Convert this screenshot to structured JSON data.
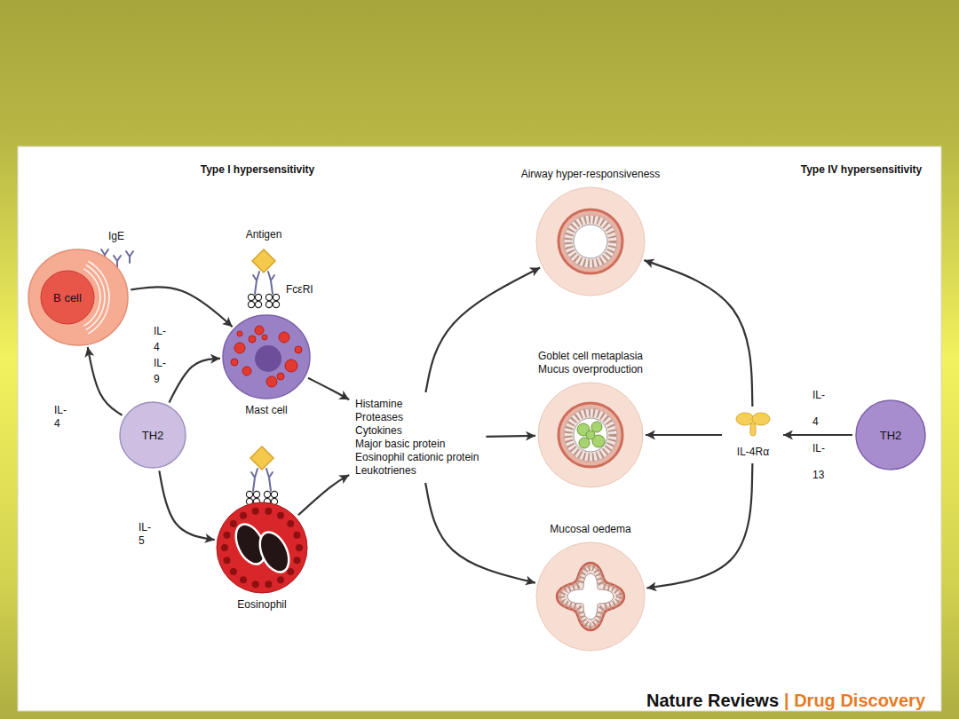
{
  "diagram": {
    "nodes": [
      {
        "text": [
          "B cell"
        ]
      },
      {
        "text": [
          "Mast cell"
        ]
      },
      {
        "text": [
          "TH2"
        ]
      },
      {
        "text": [
          "Eosinophil"
        ]
      },
      {
        "text": [
          "Histamine",
          "Proteases",
          "Cytokines",
          "Major basic protein",
          "Eosinophil cationic protein",
          "Leukotrienes"
        ]
      },
      {
        "text": [
          "Airway hyper-responsiveness"
        ]
      },
      {
        "text": [
          "Goblet cell metaplasia",
          "Mucus overproduction"
        ]
      },
      {
        "text": [
          "Mucosal oedema"
        ]
      },
      {
        "text": [
          "IL-4Rα"
        ]
      },
      {
        "text": [
          "TH2"
        ]
      }
    ],
    "edges": [
      {
        "from": 0,
        "to": 1,
        "arrow": "to"
      },
      {
        "from": 2,
        "to": 0,
        "label": "IL-4",
        "arrow": "to"
      },
      {
        "from": 2,
        "to": 1,
        "label": "IL-4 IL-9",
        "arrow": "to"
      },
      {
        "from": 2,
        "to": 3,
        "label": "IL-5",
        "arrow": "to"
      },
      {
        "from": 1,
        "to": 4,
        "arrow": "to"
      },
      {
        "from": 3,
        "to": 4,
        "arrow": "to"
      },
      {
        "from": 4,
        "to": 5,
        "arrow": "to"
      },
      {
        "from": 4,
        "to": 6,
        "arrow": "to"
      },
      {
        "from": 4,
        "to": 7,
        "arrow": "to"
      },
      {
        "from": 8,
        "to": 5,
        "arrow": "to"
      },
      {
        "from": 8,
        "to": 6,
        "arrow": "to"
      },
      {
        "from": 8,
        "to": 7,
        "arrow": "to"
      },
      {
        "from": 9,
        "to": 8,
        "label": "IL-4 IL-13",
        "arrow": "to"
      }
    ],
    "labels": [
      "Type I hypersensitivity",
      "IgE",
      "Antigen",
      "FcεRI",
      "Type IV hypersensitivity",
      "Nature Reviews",
      "| Drug Discovery"
    ]
  }
}
